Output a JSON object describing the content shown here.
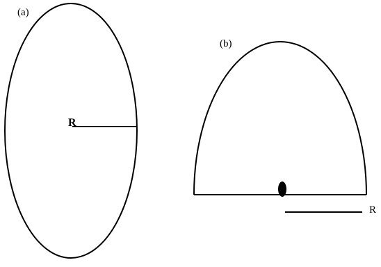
{
  "figure_a": {
    "label": "(a)",
    "radius_label": "R"
  },
  "figure_b": {
    "label": "(b)",
    "radius_label": "R"
  },
  "colors": {
    "stroke": "#000000",
    "background": "#ffffff"
  }
}
